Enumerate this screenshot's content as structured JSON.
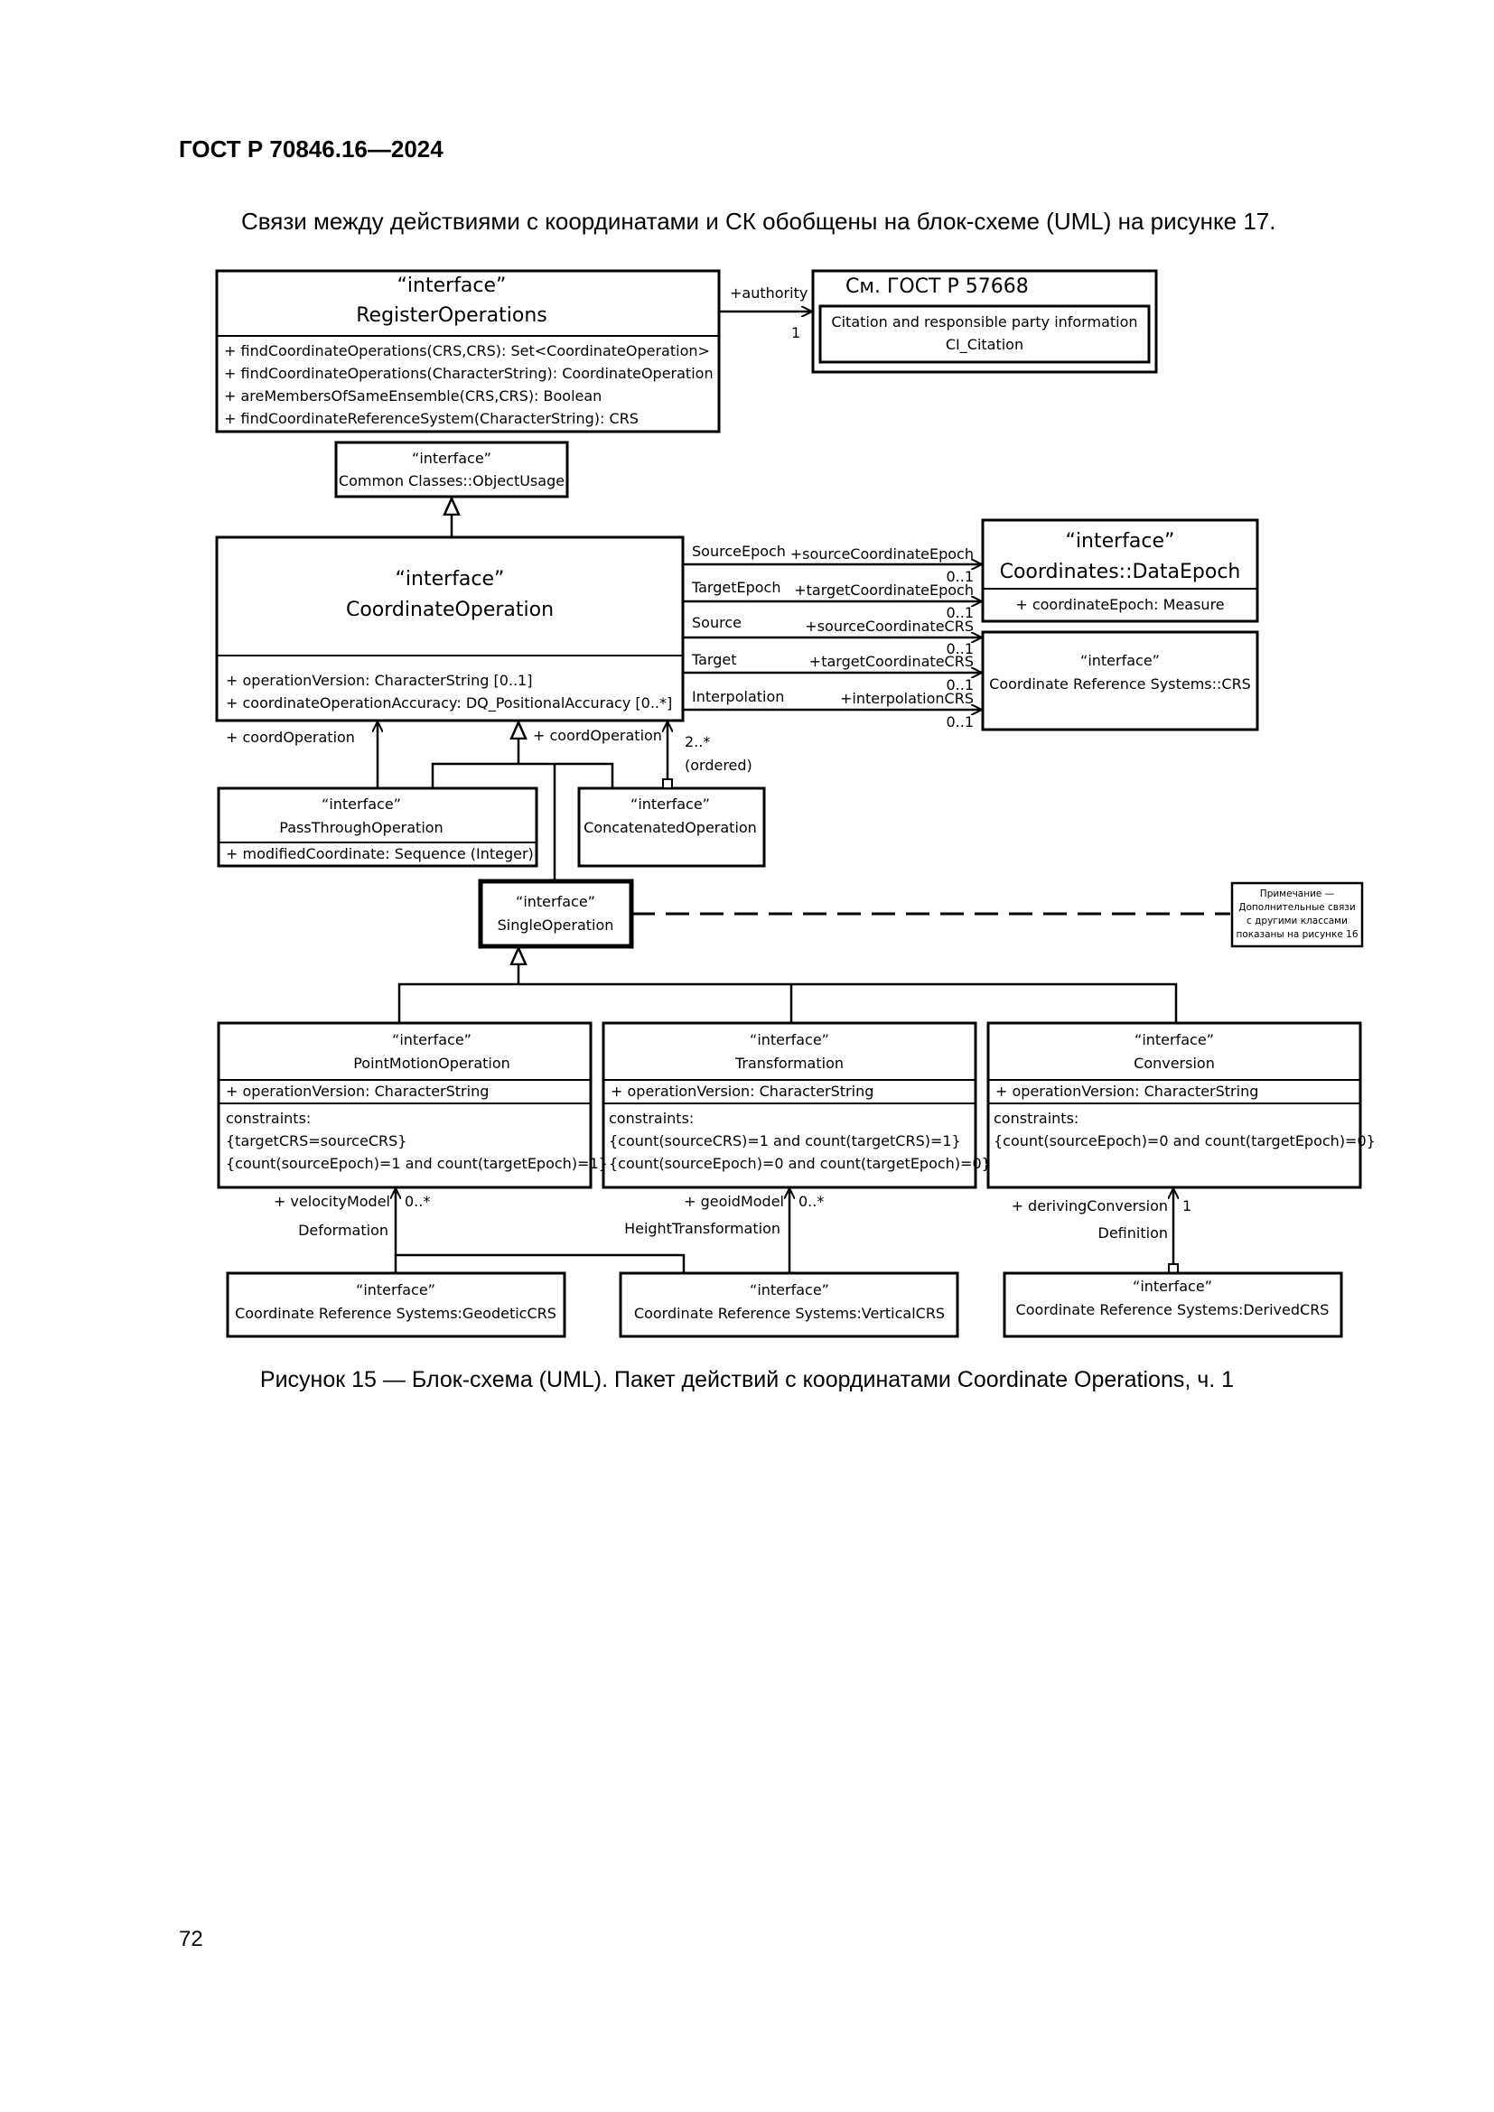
{
  "doc_header": "ГОСТ Р 70846.16—2024",
  "intro": "Связи между действиями с координатами и СК обобщены на блок-схеме (UML) на рисунке 17.",
  "caption": "Рисунок 15 — Блок-схема (UML). Пакет действий с координатами Coordinate Operations, ч. 1",
  "page_number": "72",
  "diagram": {
    "stereotype": "“interface”",
    "register": {
      "name": "RegisterOperations",
      "ops": [
        "+ findCoordinateOperations(CRS,CRS): Set<CoordinateOperation>",
        "+ findCoordinateOperations(CharacterString): CoordinateOperation",
        "+ areMembersOfSameEnsemble(CRS,CRS): Boolean",
        "+ findCoordinateReferenceSystem(CharacterString): CRS"
      ]
    },
    "citation_ref": {
      "ref": "См. ГОСТ Р 57668",
      "line1": "Citation and responsible party information",
      "line2": "CI_Citation"
    },
    "authority_role": "+authority",
    "authority_mult": "1",
    "object_usage": "Common Classes::ObjectUsage",
    "coord_op": {
      "name": "CoordinateOperation",
      "attrs": [
        "+ operationVersion: CharacterString [0..1]",
        "+ coordinateOperationAccuracy: DQ_PositionalAccuracy [0..*]"
      ]
    },
    "data_epoch": {
      "name": "Coordinates::DataEpoch",
      "attr": "+ coordinateEpoch: Measure"
    },
    "crs": "Coordinate Reference Systems::CRS",
    "assocs": [
      {
        "label": "SourceEpoch",
        "role": "+sourceCoordinateEpoch",
        "mult": "0..1"
      },
      {
        "label": "TargetEpoch",
        "role": "+targetCoordinateEpoch",
        "mult": "0..1"
      },
      {
        "label": "Source",
        "role": "+sourceCoordinateCRS",
        "mult": "0..1"
      },
      {
        "label": "Target",
        "role": "+targetCoordinateCRS",
        "mult": "0..1"
      },
      {
        "label": "Interpolation",
        "role": "+interpolationCRS",
        "mult": "0..1"
      }
    ],
    "pass_through": {
      "name": "PassThroughOperation",
      "attr": "+ modifiedCoordinate: Sequence (Integer)"
    },
    "concatenated": {
      "name": "ConcatenatedOperation"
    },
    "coord_op_role_left": "+ coordOperation",
    "coord_op_role_right": "+ coordOperation",
    "concat_mult": "2..*",
    "concat_ordered": "(ordered)",
    "single_op": "SingleOperation",
    "note": [
      "Примечание —",
      "Дополнительные связи",
      "с другими классами",
      "показаны на рисунке 16"
    ],
    "point_motion": {
      "name": "PointMotionOperation",
      "attr": "+ operationVersion: CharacterString",
      "constraints": [
        "constraints:",
        "{targetCRS=sourceCRS}",
        "{count(sourceEpoch)=1 and count(targetEpoch)=1}"
      ]
    },
    "transformation": {
      "name": "Transformation",
      "attr": "+ operationVersion: CharacterString",
      "constraints": [
        "constraints:",
        "{count(sourceCRS)=1 and count(targetCRS)=1}",
        "{count(sourceEpoch)=0 and count(targetEpoch)=0}"
      ]
    },
    "conversion": {
      "name": "Conversion",
      "attr": "+ operationVersion: CharacterString",
      "constraints": [
        "constraints:",
        "{count(sourceEpoch)=0 and count(targetEpoch)=0}"
      ]
    },
    "velocity_role": "+ velocityModel",
    "velocity_mult": "0..*",
    "deformation": "Deformation",
    "geoid_role": "+ geoidModel",
    "geoid_mult": "0..*",
    "height_transformation": "HeightTransformation",
    "deriving_role": "+ derivingConversion",
    "deriving_mult": "1",
    "definition": "Definition",
    "geodetic_crs": "Coordinate Reference Systems:GeodeticCRS",
    "vertical_crs": "Coordinate Reference Systems:VerticalCRS",
    "derived_crs": "Coordinate Reference Systems:DerivedCRS"
  }
}
